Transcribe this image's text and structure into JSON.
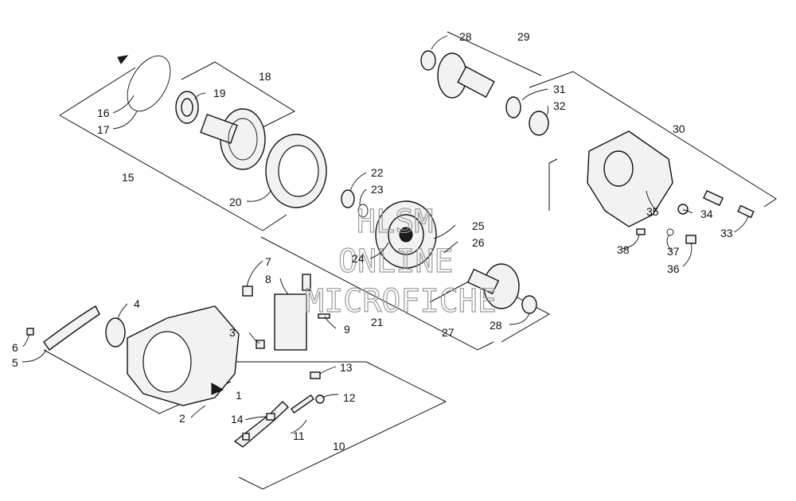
{
  "diagram": {
    "watermark": {
      "line1": "HLSM",
      "line2": "ONLINE",
      "line3": "MICROFICHE"
    },
    "callouts": {
      "c1": "1",
      "c2": "2",
      "c3": "3",
      "c4": "4",
      "c5": "5",
      "c6": "6",
      "c7": "7",
      "c8": "8",
      "c9": "9",
      "c10": "10",
      "c11": "11",
      "c12": "12",
      "c13": "13",
      "c14": "14",
      "c15": "15",
      "c16": "16",
      "c17": "17",
      "c18": "18",
      "c19": "19",
      "c20": "20",
      "c21": "21",
      "c22": "22",
      "c23": "23",
      "c24": "24",
      "c25": "25",
      "c26": "26",
      "c27": "27",
      "c28a": "28",
      "c28b": "28",
      "c29": "29",
      "c30": "30",
      "c31": "31",
      "c32": "32",
      "c33": "33",
      "c34": "34",
      "c35": "35",
      "c36": "36",
      "c37": "37",
      "c38": "38"
    }
  }
}
